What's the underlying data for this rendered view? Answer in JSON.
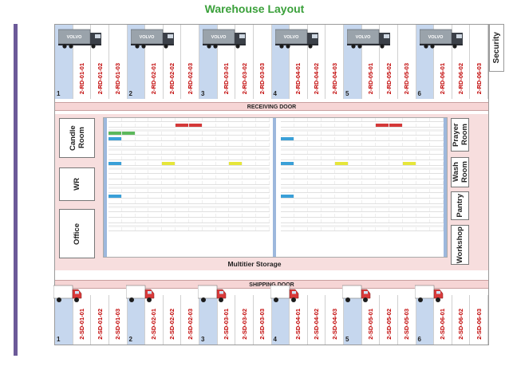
{
  "title": "Warehouse Layout",
  "security": "Security",
  "receiving_door": "RECEIVING DOOR",
  "shipping_door": "SHIPPING DOOR",
  "multitier": "Multitier  Storage",
  "rooms": {
    "candle": "Candle Room",
    "wr": "WR",
    "office": "Office",
    "prayer": "Prayer Room",
    "wash": "Wash Room",
    "pantry": "Pantry",
    "workshop": "Workshop"
  },
  "receiving_slots": [
    {
      "label": "",
      "num": "1",
      "door": true,
      "truck": true,
      "truck_text": "VOLVO"
    },
    {
      "label": "2-RD-01-01",
      "num": "",
      "door": false
    },
    {
      "label": "2-RD-01-02",
      "num": "",
      "door": false
    },
    {
      "label": "2-RD-01-03",
      "num": "",
      "door": false
    },
    {
      "label": "",
      "num": "2",
      "door": true,
      "truck": true,
      "truck_text": "VOLVO"
    },
    {
      "label": "2-RD-02-01",
      "num": "",
      "door": false
    },
    {
      "label": "2-RD-02-02",
      "num": "",
      "door": false
    },
    {
      "label": "2-RD-02-03",
      "num": "",
      "door": false
    },
    {
      "label": "",
      "num": "3",
      "door": true,
      "truck": true,
      "truck_text": "VOLVO"
    },
    {
      "label": "2-RD-03-01",
      "num": "",
      "door": false
    },
    {
      "label": "2-RD-03-02",
      "num": "",
      "door": false
    },
    {
      "label": "2-RD-03-03",
      "num": "",
      "door": false
    },
    {
      "label": "",
      "num": "4",
      "door": true,
      "truck": true,
      "truck_text": "VOLVO"
    },
    {
      "label": "2-RD-04-01",
      "num": "",
      "door": false
    },
    {
      "label": "2-RD-04-02",
      "num": "",
      "door": false
    },
    {
      "label": "2-RD-04-03",
      "num": "",
      "door": false
    },
    {
      "label": "",
      "num": "5",
      "door": true,
      "truck": true,
      "truck_text": "VOLVO"
    },
    {
      "label": "2-RD-05-01",
      "num": "",
      "door": false
    },
    {
      "label": "2-RD-05-02",
      "num": "",
      "door": false
    },
    {
      "label": "2-RD-05-03",
      "num": "",
      "door": false
    },
    {
      "label": "",
      "num": "6",
      "door": true,
      "truck": true,
      "truck_text": "VOLVO"
    },
    {
      "label": "2-RD-06-01",
      "num": "",
      "door": false
    },
    {
      "label": "2-RD-06-02",
      "num": "",
      "door": false
    },
    {
      "label": "2-RD-06-03",
      "num": "",
      "door": false
    }
  ],
  "shipping_slots": [
    {
      "label": "",
      "num": "1",
      "door": true,
      "truck": true
    },
    {
      "label": "2-SD-01-01",
      "num": "",
      "door": false
    },
    {
      "label": "2-SD-01-02",
      "num": "",
      "door": false
    },
    {
      "label": "2-SD-01-03",
      "num": "",
      "door": false
    },
    {
      "label": "",
      "num": "2",
      "door": true,
      "truck": true
    },
    {
      "label": "2-SD-02-01",
      "num": "",
      "door": false
    },
    {
      "label": "2-SD-02-02",
      "num": "",
      "door": false
    },
    {
      "label": "2-SD-02-03",
      "num": "",
      "door": false
    },
    {
      "label": "",
      "num": "3",
      "door": true,
      "truck": true
    },
    {
      "label": "2-SD-03-01",
      "num": "",
      "door": false
    },
    {
      "label": "2-SD-03-02",
      "num": "",
      "door": false
    },
    {
      "label": "2-SD-03-03",
      "num": "",
      "door": false
    },
    {
      "label": "",
      "num": "4",
      "door": true,
      "truck": true
    },
    {
      "label": "2-SD-04-01",
      "num": "",
      "door": false
    },
    {
      "label": "2-SD-04-02",
      "num": "",
      "door": false
    },
    {
      "label": "2-SD-04-03",
      "num": "",
      "door": false
    },
    {
      "label": "",
      "num": "5",
      "door": true,
      "truck": true
    },
    {
      "label": "2-SD-05-01",
      "num": "",
      "door": false
    },
    {
      "label": "2-SD-05-02",
      "num": "",
      "door": false
    },
    {
      "label": "2-SD-05-03",
      "num": "",
      "door": false
    },
    {
      "label": "",
      "num": "6",
      "door": true,
      "truck": true
    },
    {
      "label": "2-SD-06-01",
      "num": "",
      "door": false
    },
    {
      "label": "2-SD-06-02",
      "num": "",
      "door": false
    },
    {
      "label": "2-SD-06-03",
      "num": "",
      "door": false
    }
  ],
  "colors": {
    "title": "#3aa03a",
    "slot_label": "#c00000",
    "door": "#c6d7ee",
    "bar": "#f6d5d5",
    "truck_b": "#d93a3a",
    "rack_highlight": "#3aa0d8"
  }
}
